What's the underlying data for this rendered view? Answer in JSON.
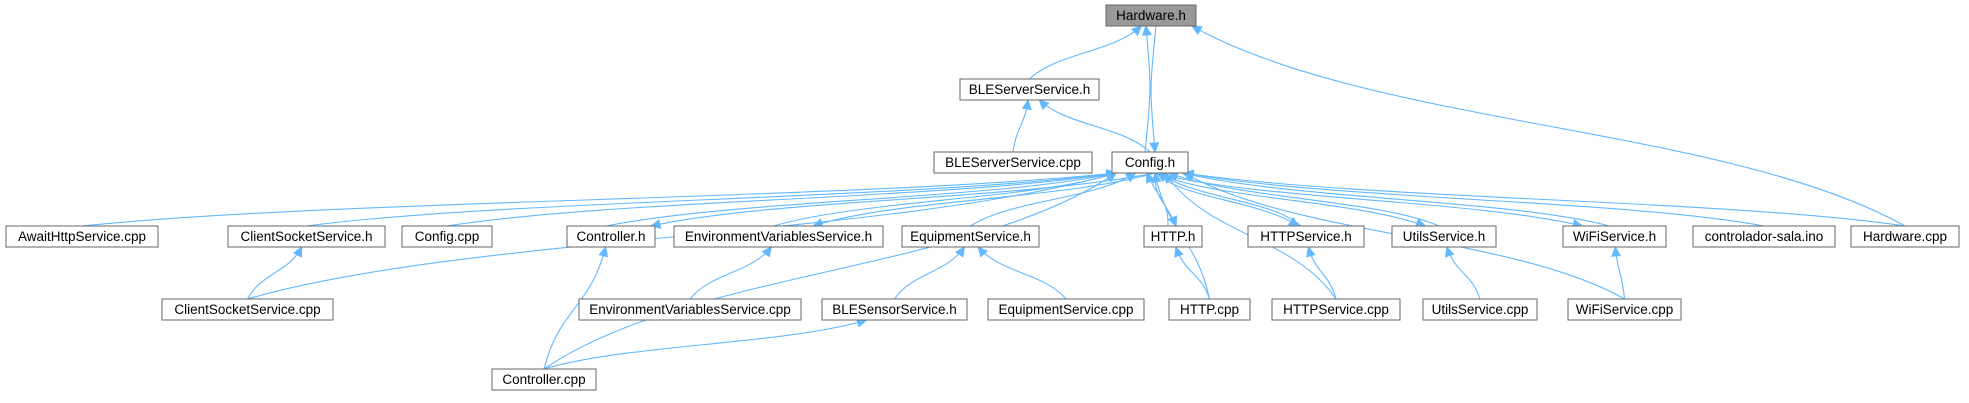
{
  "diagram": {
    "nodes": [
      {
        "id": "hardware_h",
        "label": "Hardware.h",
        "root": true
      },
      {
        "id": "bleserverservice_h",
        "label": "BLEServerService.h"
      },
      {
        "id": "bleserverservice_cpp",
        "label": "BLEServerService.cpp"
      },
      {
        "id": "config_h",
        "label": "Config.h"
      },
      {
        "id": "awaithttpservice_cpp",
        "label": "AwaitHttpService.cpp"
      },
      {
        "id": "clientsocketservice_h",
        "label": "ClientSocketService.h"
      },
      {
        "id": "config_cpp",
        "label": "Config.cpp"
      },
      {
        "id": "controller_h",
        "label": "Controller.h"
      },
      {
        "id": "environmentvariablesservice_h",
        "label": "EnvironmentVariablesService.h"
      },
      {
        "id": "equipmentservice_h",
        "label": "EquipmentService.h"
      },
      {
        "id": "http_h",
        "label": "HTTP.h"
      },
      {
        "id": "httpservice_h",
        "label": "HTTPService.h"
      },
      {
        "id": "utilsservice_h",
        "label": "UtilsService.h"
      },
      {
        "id": "wifiservice_h",
        "label": "WiFiService.h"
      },
      {
        "id": "controlador_sala_ino",
        "label": "controlador-sala.ino"
      },
      {
        "id": "hardware_cpp",
        "label": "Hardware.cpp"
      },
      {
        "id": "clientsocketservice_cpp",
        "label": "ClientSocketService.cpp"
      },
      {
        "id": "environmentvariablesservice_cpp",
        "label": "EnvironmentVariablesService.cpp"
      },
      {
        "id": "blesensorservice_h",
        "label": "BLESensorService.h"
      },
      {
        "id": "equipmentservice_cpp",
        "label": "EquipmentService.cpp"
      },
      {
        "id": "http_cpp",
        "label": "HTTP.cpp"
      },
      {
        "id": "httpservice_cpp",
        "label": "HTTPService.cpp"
      },
      {
        "id": "utilsservice_cpp",
        "label": "UtilsService.cpp"
      },
      {
        "id": "wifiservice_cpp",
        "label": "WiFiService.cpp"
      },
      {
        "id": "controller_cpp",
        "label": "Controller.cpp"
      }
    ],
    "edges": [
      {
        "from": "bleserverservice_h",
        "to": "hardware_h"
      },
      {
        "from": "config_h",
        "to": "hardware_h"
      },
      {
        "from": "hardware_h",
        "to": "config_h"
      },
      {
        "from": "hardware_cpp",
        "to": "hardware_h"
      },
      {
        "from": "bleserverservice_cpp",
        "to": "bleserverservice_h"
      },
      {
        "from": "config_h",
        "to": "bleserverservice_h"
      },
      {
        "from": "awaithttpservice_cpp",
        "to": "config_h"
      },
      {
        "from": "clientsocketservice_h",
        "to": "config_h"
      },
      {
        "from": "clientsocketservice_cpp",
        "to": "config_h"
      },
      {
        "from": "config_cpp",
        "to": "config_h"
      },
      {
        "from": "controller_h",
        "to": "config_h"
      },
      {
        "from": "config_h",
        "to": "controller_h"
      },
      {
        "from": "controller_cpp",
        "to": "config_h"
      },
      {
        "from": "environmentvariablesservice_h",
        "to": "config_h"
      },
      {
        "from": "config_h",
        "to": "environmentvariablesservice_h"
      },
      {
        "from": "equipmentservice_h",
        "to": "config_h"
      },
      {
        "from": "http_h",
        "to": "config_h"
      },
      {
        "from": "config_h",
        "to": "http_h"
      },
      {
        "from": "http_cpp",
        "to": "config_h"
      },
      {
        "from": "httpservice_h",
        "to": "config_h"
      },
      {
        "from": "config_h",
        "to": "httpservice_h"
      },
      {
        "from": "httpservice_cpp",
        "to": "config_h"
      },
      {
        "from": "utilsservice_h",
        "to": "config_h"
      },
      {
        "from": "config_h",
        "to": "utilsservice_h"
      },
      {
        "from": "wifiservice_h",
        "to": "config_h"
      },
      {
        "from": "config_h",
        "to": "wifiservice_h"
      },
      {
        "from": "wifiservice_cpp",
        "to": "config_h"
      },
      {
        "from": "controlador_sala_ino",
        "to": "config_h"
      },
      {
        "from": "hardware_cpp",
        "to": "config_h"
      },
      {
        "from": "clientsocketservice_cpp",
        "to": "clientsocketservice_h"
      },
      {
        "from": "controller_cpp",
        "to": "controller_h"
      },
      {
        "from": "environmentvariablesservice_cpp",
        "to": "environmentvariablesservice_h"
      },
      {
        "from": "blesensorservice_h",
        "to": "equipmentservice_h"
      },
      {
        "from": "equipmentservice_cpp",
        "to": "equipmentservice_h"
      },
      {
        "from": "controller_cpp",
        "to": "blesensorservice_h"
      },
      {
        "from": "http_cpp",
        "to": "http_h"
      },
      {
        "from": "httpservice_cpp",
        "to": "httpservice_h"
      },
      {
        "from": "utilsservice_cpp",
        "to": "utilsservice_h"
      },
      {
        "from": "wifiservice_cpp",
        "to": "wifiservice_h"
      }
    ],
    "colors": {
      "edge": "#63b8ff",
      "node_border": "#666666",
      "node_fill": "#ffffff",
      "root_fill": "#999999"
    }
  }
}
